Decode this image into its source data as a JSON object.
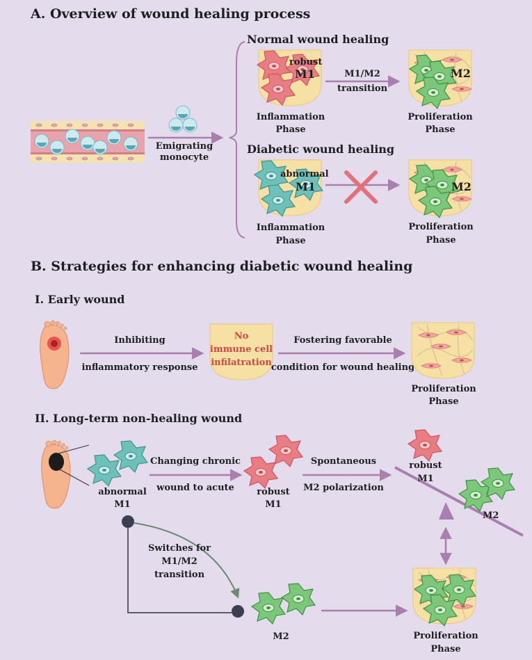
{
  "sections": {
    "a_title": "A. Overview of wound healing process",
    "b_title": "B. Strategies for enhancing diabetic wound healing",
    "early_title": "I. Early wound",
    "long_title": "II. Long-term non-healing wound"
  },
  "overview": {
    "emigrating_line1": "Emigrating",
    "emigrating_line2": "monocyte",
    "normal_title": "Normal wound healing",
    "diabetic_title": "Diabetic wound healing",
    "robust": "robust",
    "m1": "M1",
    "m2": "M2",
    "abnormal": "abnormal",
    "transition_line1": "M1/M2",
    "transition_line2": "transition",
    "inflammation": "Inflammation",
    "proliferation": "Proliferation",
    "phase": "Phase"
  },
  "early": {
    "inhibiting": "Inhibiting",
    "inflammatory_response": "inflammatory response",
    "no_cell_line1": "No",
    "no_cell_line2": "immune cell",
    "no_cell_line3": "infilatration",
    "fostering": "Fostering favorable",
    "condition": "condition for wound healing",
    "proliferation": "Proliferation",
    "phase": "Phase"
  },
  "longterm": {
    "changing": "Changing chronic",
    "wound_to_acute": "wound to acute",
    "abnormal": "abnormal",
    "m1": "M1",
    "robust": "robust",
    "spontaneous": "Spontaneous",
    "m2_polarization": "M2 polarization",
    "m2": "M2",
    "switches_line1": "Switches for",
    "switches_line2": "M1/M2",
    "switches_line3": "transition",
    "proliferation": "Proliferation",
    "phase": "Phase"
  },
  "colors": {
    "background": "#e4dcec",
    "arrow": "#a97fb0",
    "m1_cell": "#e87d84",
    "m2_cell": "#7cc77a",
    "monocyte": "#6ec0bb",
    "wound_bed": "#f7e0a4",
    "cross": "#e2717a"
  }
}
